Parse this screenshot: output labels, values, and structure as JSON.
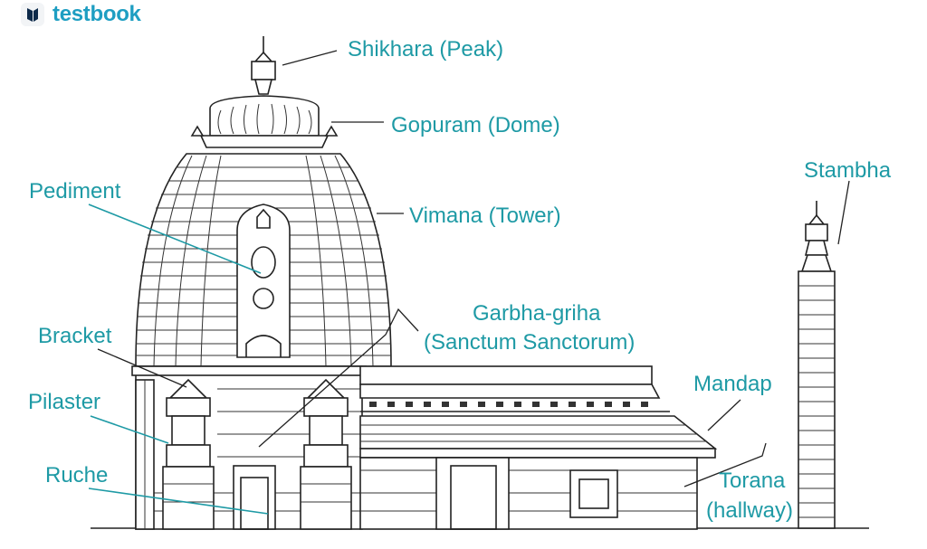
{
  "brand": {
    "name": "testbook",
    "color": "#1e9ec2",
    "icon": "testbook-logo-icon"
  },
  "label_color": "#1e9aa5",
  "labels": {
    "shikhara": "Shikhara (Peak)",
    "gopuram": "Gopuram (Dome)",
    "vimana": "Vimana (Tower)",
    "pediment": "Pediment",
    "stambha": "Stambha",
    "garbha_line1": "Garbha-griha",
    "garbha_line2": "(Sanctum Sanctorum)",
    "bracket": "Bracket",
    "mandap": "Mandap",
    "pilaster": "Pilaster",
    "ruche": "Ruche",
    "torana_line1": "Torana",
    "torana_line2": "(hallway)"
  }
}
